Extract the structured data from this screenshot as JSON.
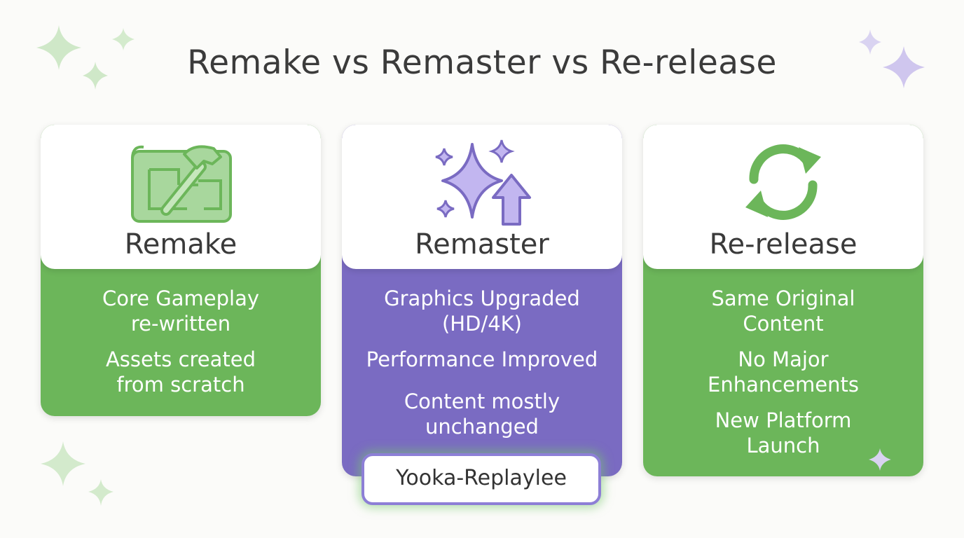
{
  "title": "Remake vs Remaster vs Re-release",
  "colors": {
    "green": "#6cb65a",
    "purple": "#7a6bc2",
    "white": "#ffffff"
  },
  "cards": [
    {
      "name": "Remake",
      "icon": "blueprint-hammer-icon",
      "points": [
        "Core Gameplay\nre-written",
        "Assets created\nfrom scratch"
      ]
    },
    {
      "name": "Remaster",
      "icon": "sparkle-arrow-up-icon",
      "points": [
        "Graphics Upgraded\n(HD/4K)",
        "Performance Improved",
        "Content mostly\nunchanged"
      ],
      "badge": "Yooka-Replaylee"
    },
    {
      "name": "Re-release",
      "icon": "refresh-cycle-icon",
      "points": [
        "Same Original\nContent",
        "No Major\nEnhancements",
        "New Platform\nLaunch"
      ]
    }
  ]
}
